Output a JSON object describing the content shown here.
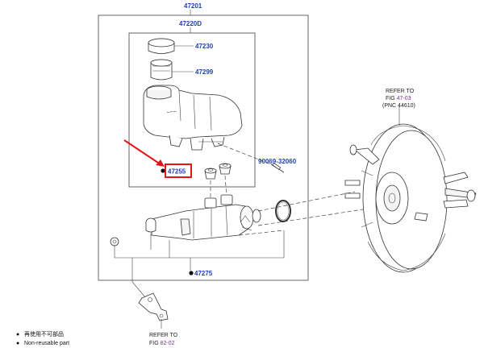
{
  "diagram": {
    "labels": {
      "assembly_main": "47201",
      "reservoir_group": "47220D",
      "cap": "47230",
      "strainer": "47299",
      "grommet": "47255",
      "bolt_label": "90069-32060",
      "master_cylinder": "47275"
    },
    "refer_booster": {
      "line1": "REFER TO",
      "line2_prefix": "FIG",
      "line2_ref": "47-03",
      "line3": "(PNC 44610)"
    },
    "refer_bottom": {
      "line1": "REFER TO",
      "line2_prefix": "FIG",
      "line2_ref": "82-02"
    },
    "legend": [
      {
        "bullet": "●",
        "text": "再使用不可部品"
      },
      {
        "bullet": "●",
        "text": "Non-reusable part"
      }
    ],
    "colors": {
      "label_blue": "#1f3fb0",
      "ref_purple": "#7a2f9a",
      "highlight_red": "#e0161b",
      "line_gray": "#444444"
    }
  }
}
